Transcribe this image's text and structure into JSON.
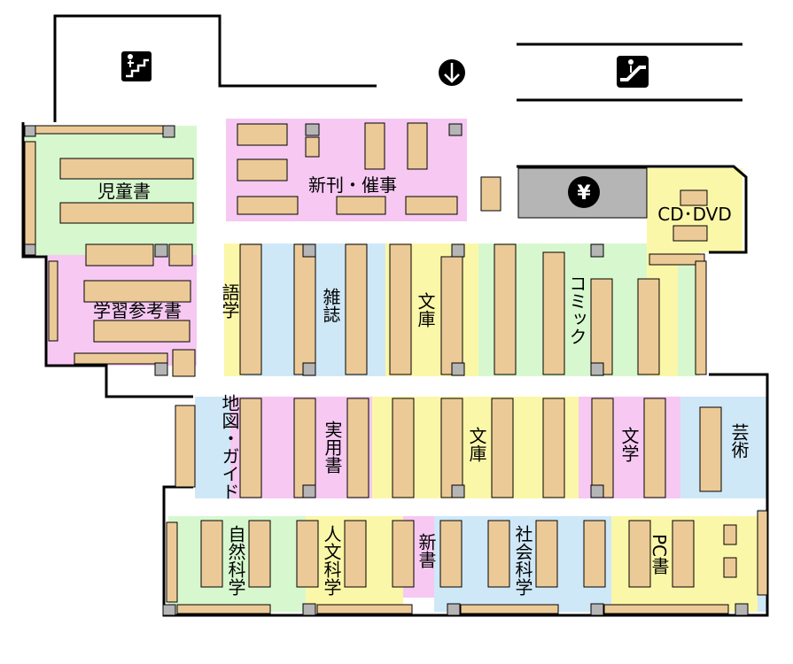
{
  "colors": {
    "pink": "#f6c8f2",
    "green": "#d7f8cf",
    "blue": "#cfe8f8",
    "yellow": "#fbf7a8",
    "shelf": "#ecca97",
    "pillar": "#b5b5b5",
    "counter": "#b5b5b5",
    "wall": "#000000"
  },
  "icons": {
    "stairs": "stairs-icon",
    "down_arrow": "down-arrow-icon",
    "escalator": "escalator-icon",
    "yen": "yen-icon"
  },
  "sections": {
    "kids": "児童書",
    "study": "学習参考書",
    "new_events": "新刊・催事",
    "cd_dvd": "CD･DVD",
    "yen_symbol": "¥",
    "language": "語学",
    "magazine": "雑誌",
    "bunko_top": "文庫",
    "comic": "コミック",
    "map_guide": "地図・ガイド",
    "practical": "実用書",
    "bunko_mid": "文庫",
    "literature": "文学",
    "art": "芸術",
    "natural_science": "自然科学",
    "humanities": "人文科学",
    "shinsho": "新書",
    "social_science": "社会科学",
    "pc": "PC書"
  }
}
